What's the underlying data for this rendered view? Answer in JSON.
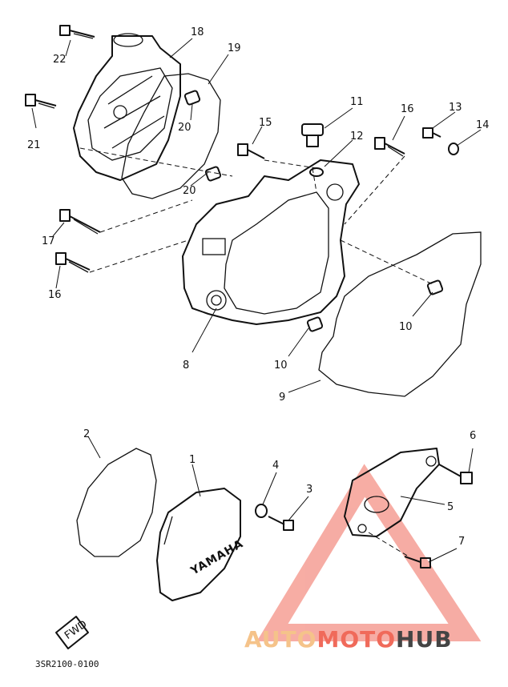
{
  "callouts": {
    "c1": "1",
    "c2": "2",
    "c3": "3",
    "c4": "4",
    "c5": "5",
    "c6": "6",
    "c7": "7",
    "c8": "8",
    "c9": "9",
    "c10a": "10",
    "c10b": "10",
    "c11": "11",
    "c12": "12",
    "c13": "13",
    "c14": "14",
    "c15": "15",
    "c16a": "16",
    "c16b": "16",
    "c17": "17",
    "c18": "18",
    "c19": "19",
    "c20a": "20",
    "c20b": "20",
    "c21": "21",
    "c22": "22"
  },
  "cover_brand": "YAMAHA",
  "fwd_label": "FWD",
  "diagram_code": "3SR2100-0100",
  "watermark": {
    "part1": "AUTO",
    "part2": "MOTO",
    "part3": "HUB",
    "color_red": "#f06a5a",
    "color_orange": "#f5c38a",
    "color_dark": "#444444"
  }
}
